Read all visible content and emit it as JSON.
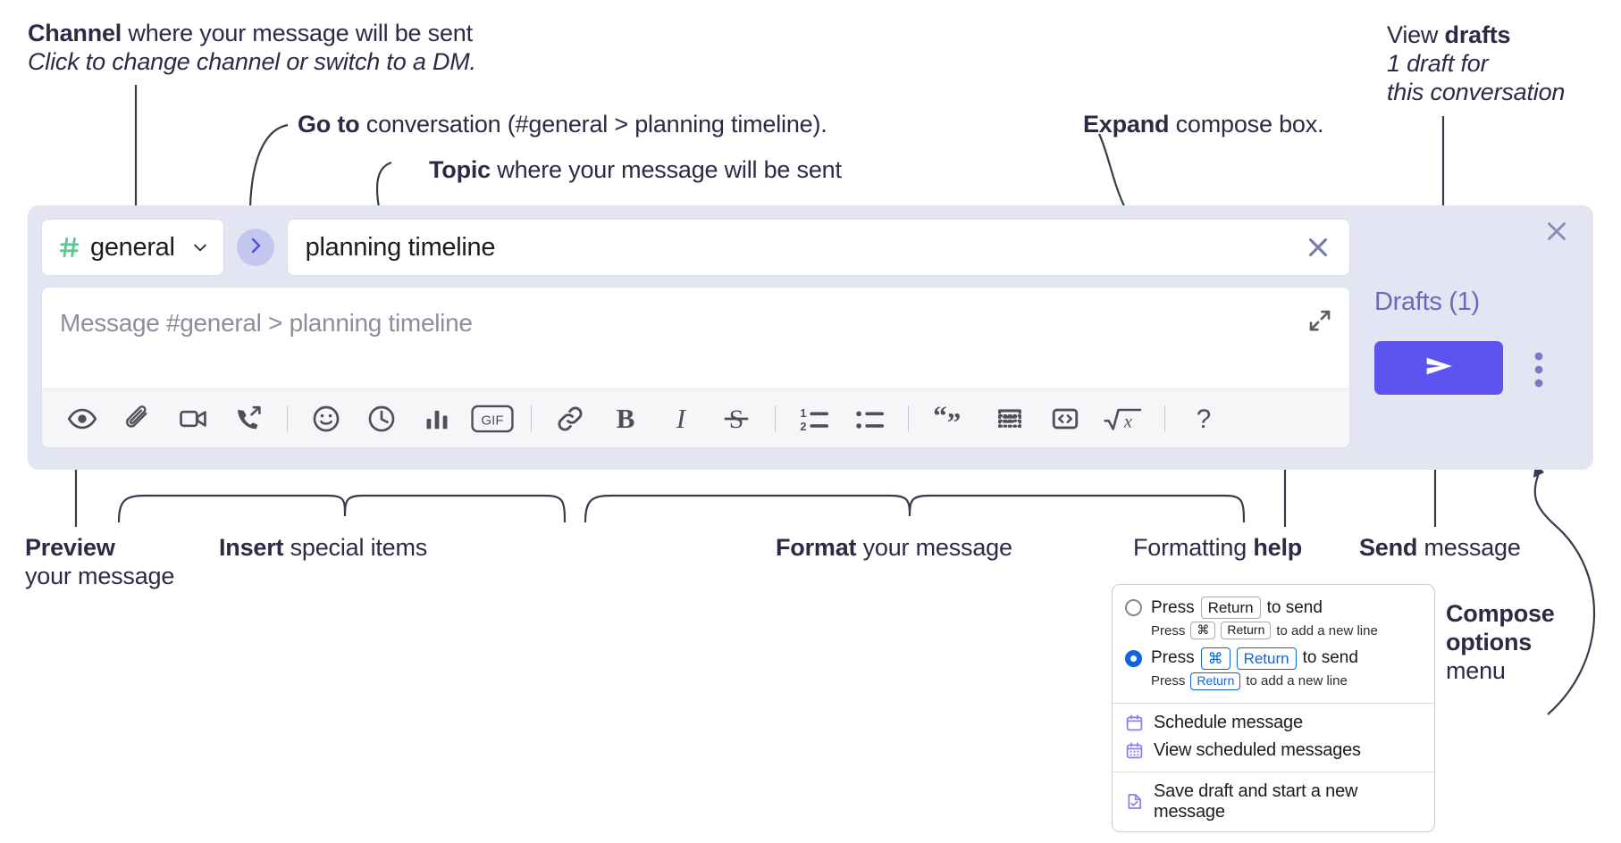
{
  "annotations": {
    "channel": {
      "bold": "Channel",
      "rest": " where your message will be sent",
      "italic": "Click to change channel or switch to a DM."
    },
    "goto": {
      "bold": "Go to",
      "rest": " conversation (#general > planning timeline)."
    },
    "topic": {
      "bold": "Topic",
      "rest": " where your message will be sent"
    },
    "expand": {
      "bold": "Expand",
      "rest": " compose box."
    },
    "drafts": {
      "lead": "View ",
      "bold": "drafts",
      "italic1": "1 draft for",
      "italic2": "this conversation"
    },
    "preview": {
      "bold": "Preview",
      "rest": "your message"
    },
    "insert": {
      "bold": "Insert",
      "rest": " special items"
    },
    "format": {
      "bold": "Format",
      "rest": " your message"
    },
    "formatting_help": {
      "lead": "Formatting ",
      "bold": "help"
    },
    "send": {
      "bold": "Send",
      "rest": " message"
    },
    "compose_options": {
      "bold1": "Compose",
      "bold2": "options",
      "rest": "menu"
    }
  },
  "compose": {
    "channel_name": "general",
    "hash_icon": "hash-icon",
    "chevron_icon": "chevron-down-icon",
    "goto_icon": "chevron-right-icon",
    "topic_value": "planning timeline",
    "topic_clear_icon": "close-icon",
    "message_placeholder": "Message #general > planning timeline",
    "expand_icon": "expand-icon",
    "toolbar": [
      {
        "name": "preview-icon",
        "label": "Preview"
      },
      {
        "name": "attachment-icon",
        "label": "Attach file"
      },
      {
        "name": "video-icon",
        "label": "Record video clip"
      },
      {
        "name": "audio-call-icon",
        "label": "Record audio clip"
      },
      {
        "name": "separator",
        "label": ""
      },
      {
        "name": "emoji-icon",
        "label": "Emoji"
      },
      {
        "name": "clock-icon",
        "label": "Schedule"
      },
      {
        "name": "poll-icon",
        "label": "Poll"
      },
      {
        "name": "gif-icon",
        "label": "GIF"
      },
      {
        "name": "separator",
        "label": ""
      },
      {
        "name": "link-icon",
        "label": "Link"
      },
      {
        "name": "bold-icon",
        "label": "Bold"
      },
      {
        "name": "italic-icon",
        "label": "Italic"
      },
      {
        "name": "strikethrough-icon",
        "label": "Strikethrough"
      },
      {
        "name": "separator",
        "label": ""
      },
      {
        "name": "ordered-list-icon",
        "label": "Ordered list"
      },
      {
        "name": "bulleted-list-icon",
        "label": "Bulleted list"
      },
      {
        "name": "separator",
        "label": ""
      },
      {
        "name": "blockquote-icon",
        "label": "Blockquote"
      },
      {
        "name": "code-block-icon",
        "label": "Code block"
      },
      {
        "name": "code-icon",
        "label": "Code"
      },
      {
        "name": "latex-icon",
        "label": "Math"
      },
      {
        "name": "separator",
        "label": ""
      },
      {
        "name": "help-icon",
        "label": "Formatting help"
      }
    ]
  },
  "rail": {
    "close_icon": "close-icon",
    "drafts_label": "Drafts (1)",
    "send_icon": "send-icon",
    "kebab_icon": "kebab-menu-icon"
  },
  "popup": {
    "option1": {
      "pre": "Press",
      "key": "Return",
      "post": "to send",
      "sub_pre": "Press",
      "sub_key1": "⌘",
      "sub_key2": "Return",
      "sub_post": "to add a new line",
      "selected": false
    },
    "option2": {
      "pre": "Press",
      "key1": "⌘",
      "key2": "Return",
      "post": "to send",
      "sub_pre": "Press",
      "sub_key": "Return",
      "sub_post": "to add a new line",
      "selected": true
    },
    "menu_items": [
      {
        "icon": "calendar-icon",
        "label": "Schedule message"
      },
      {
        "icon": "calendar-grid-icon",
        "label": "View scheduled messages"
      },
      {
        "icon": "draft-check-icon",
        "label": "Save draft and start a new message"
      }
    ]
  },
  "colors": {
    "compose_bg": "#e4e5f3",
    "send_button": "#5c54f0",
    "goto_button": "#c3c7f0",
    "hash_green": "#5bc98f",
    "drafts_text": "#6a6ab8",
    "radio_blue": "#1264dd",
    "menu_icon_purple": "#8b7fe8"
  }
}
